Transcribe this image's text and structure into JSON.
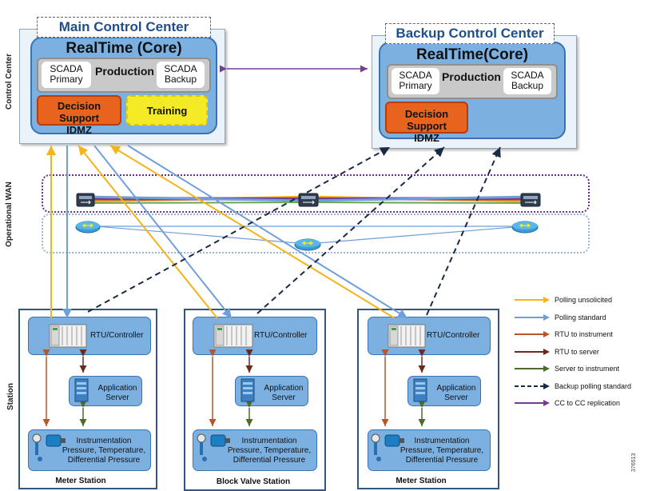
{
  "side_labels": {
    "control_center": "Control Center",
    "operational_wan": "Operational WAN",
    "station": "Station"
  },
  "main_cc": {
    "title": "Main Control Center",
    "core_title": "RealTime (Core)",
    "production": "Production",
    "scada_primary": [
      "SCADA",
      "Primary"
    ],
    "scada_backup": [
      "SCADA",
      "Backup"
    ],
    "decision_support": [
      "Decision Support",
      "IDMZ"
    ],
    "training": "Training"
  },
  "backup_cc": {
    "title": "Backup Control Center",
    "core_title": "RealTime(Core)",
    "production": "Production",
    "scada_primary": [
      "SCADA",
      "Primary"
    ],
    "scada_backup": [
      "SCADA",
      "Backup"
    ],
    "decision_support": [
      "Decision Support",
      "IDMZ"
    ]
  },
  "stations": [
    {
      "name": "Meter Station",
      "rtu_label": "RTU/Controller",
      "app_label": [
        "Application",
        "Server"
      ],
      "inst_label": [
        "Instrumentation",
        "Pressure, Temperature,",
        "Differential Pressure"
      ]
    },
    {
      "name": "Block Valve Station",
      "rtu_label": "RTU/Controller",
      "app_label": [
        "Application",
        "Server"
      ],
      "inst_label": [
        "Instrumentation",
        "Pressure, Temperature,",
        "Differential Pressure"
      ]
    },
    {
      "name": "Meter Station",
      "rtu_label": "RTU/Controller",
      "app_label": [
        "Application",
        "Server"
      ],
      "inst_label": [
        "Instrumentation",
        "Pressure, Temperature,",
        "Differential Pressure"
      ]
    }
  ],
  "legend": [
    {
      "label": "Polling unsolicited",
      "color": "#f4b41a",
      "style": "solid"
    },
    {
      "label": "Polling standard",
      "color": "#6f9fd8",
      "style": "solid"
    },
    {
      "label": "RTU to instrument",
      "color": "#b5562b",
      "style": "solid"
    },
    {
      "label": "RTU to server",
      "color": "#6b2a1e",
      "style": "solid"
    },
    {
      "label": "Server to instrument",
      "color": "#4e6b2a",
      "style": "solid"
    },
    {
      "label": "Backup polling standard",
      "color": "#1a2a44",
      "style": "dashed"
    },
    {
      "label": "CC to CC replication",
      "color": "#7a3b94",
      "style": "solid"
    }
  ],
  "figure_number": "376513",
  "icons": {
    "router": "router-icon",
    "switch": "switch-icon",
    "rtu": "rtu-rack-icon",
    "server": "server-icon",
    "instrument": "instrument-icon"
  }
}
